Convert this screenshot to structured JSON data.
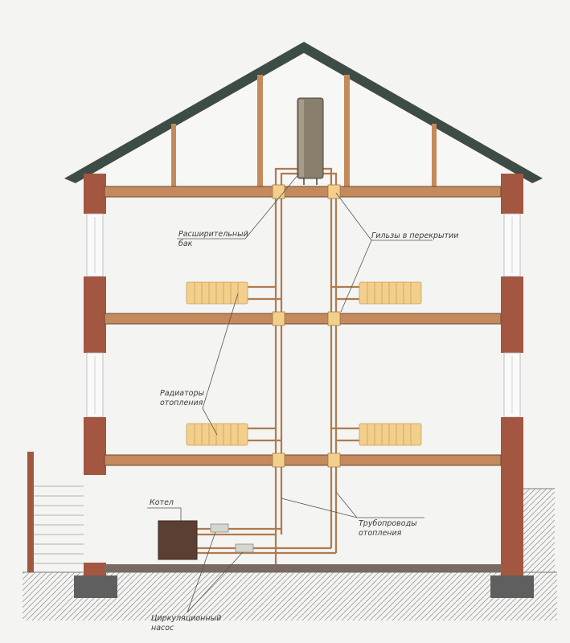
{
  "labels": {
    "expansion_tank": [
      "Расширительный",
      "бак"
    ],
    "sleeves": "Гильзы в перекрытии",
    "radiators": [
      "Радиаторы",
      "отопления"
    ],
    "boiler": "Котел",
    "pipelines": [
      "Трубопроводы",
      "отопления"
    ],
    "pump": [
      "Циркуляционный",
      "насос"
    ]
  },
  "colors": {
    "background": "#f4f4f2",
    "brick": "#a35640",
    "beam": "#c48a5c",
    "pipe": "#b07a4e",
    "radiator": "#f2cf8a",
    "tank": "#8a7e6c",
    "boiler": "#5c3f33",
    "roof": "#3d4d45",
    "ground": "#b5b5b5"
  }
}
